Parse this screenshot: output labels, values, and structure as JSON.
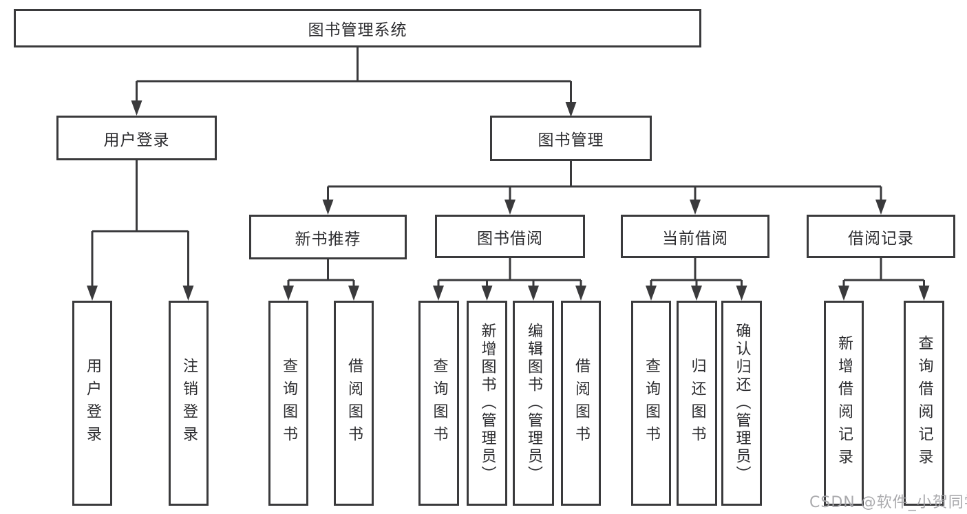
{
  "diagram": {
    "root": {
      "label": "图书管理系统"
    },
    "level2": [
      {
        "label": "用户登录",
        "children": [
          {
            "label": "用户登录"
          },
          {
            "label": "注销登录"
          }
        ]
      },
      {
        "label": "图书管理",
        "children": [
          {
            "label": "新书推荐",
            "children": [
              {
                "label": "查询图书"
              },
              {
                "label": "借阅图书"
              }
            ]
          },
          {
            "label": "图书借阅",
            "children": [
              {
                "label": "查询图书"
              },
              {
                "label": "新增图书（管理员）"
              },
              {
                "label": "编辑图书（管理员）"
              },
              {
                "label": "借阅图书"
              }
            ]
          },
          {
            "label": "当前借阅",
            "children": [
              {
                "label": "查询图书"
              },
              {
                "label": "归还图书"
              },
              {
                "label": "确认归还（管理员）"
              }
            ]
          },
          {
            "label": "借阅记录",
            "children": [
              {
                "label": "新增借阅记录"
              },
              {
                "label": "查询借阅记录"
              }
            ]
          }
        ]
      }
    ]
  },
  "watermark": {
    "text": "CSDN @软件_小贺同学"
  },
  "colors": {
    "line": "#3a3a3c",
    "text": "#2b2b2e",
    "watermark": "#a3a3a7",
    "background": "#ffffff"
  }
}
